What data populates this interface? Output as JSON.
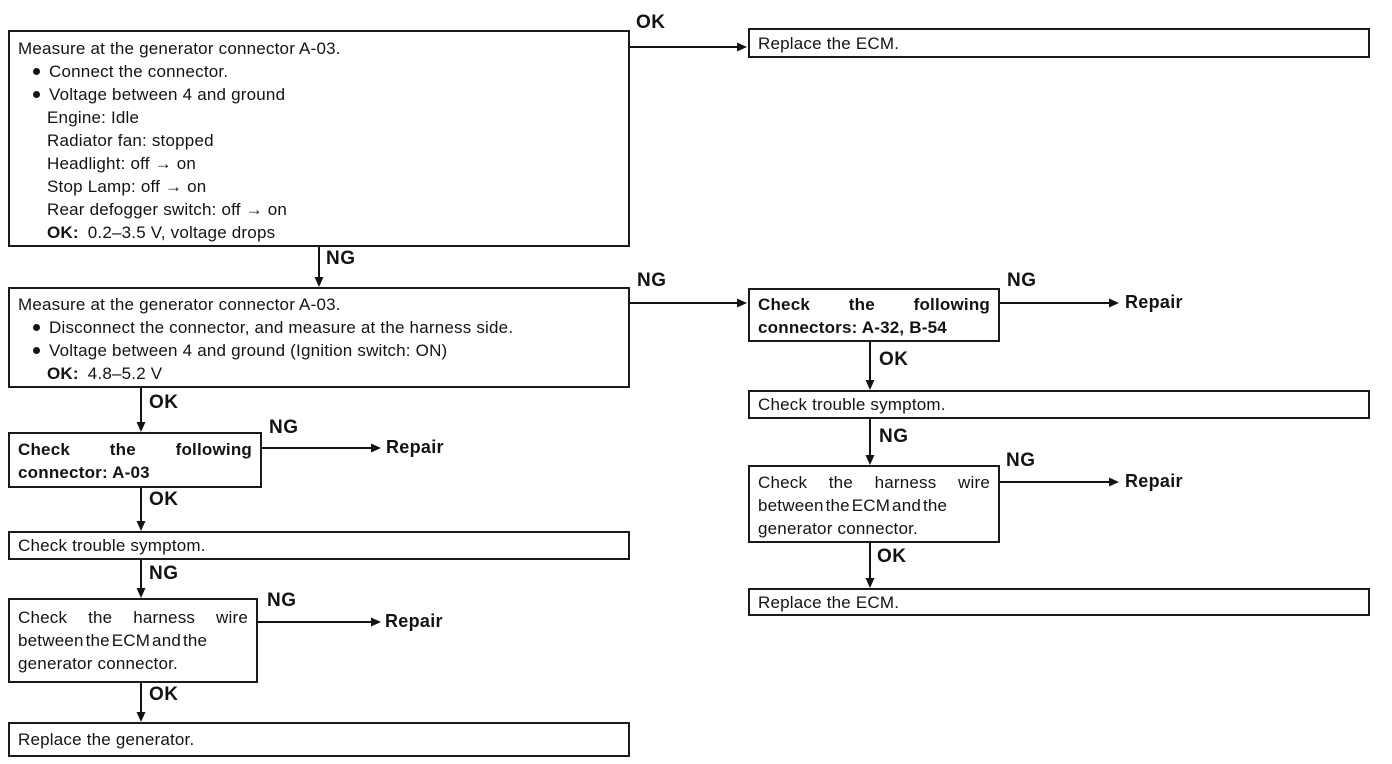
{
  "edge_labels": {
    "ok": "OK",
    "ng": "NG"
  },
  "terminals": {
    "repair": "Repair"
  },
  "boxes": {
    "measure_connected": {
      "title": "Measure at the generator connector A-03.",
      "bullet1": "Connect the connector.",
      "bullet2": "Voltage between 4 and ground",
      "conditions": [
        "Engine: Idle",
        "Radiator fan: stopped",
        "Headlight: off → on",
        "Stop Lamp: off → on",
        "Rear defogger switch: off → on"
      ],
      "ok_label": "OK:",
      "ok_value": "0.2–3.5 V, voltage drops"
    },
    "measure_harness": {
      "title": "Measure at the generator connector A-03.",
      "bullet1": "Disconnect the connector, and measure at the harness side.",
      "bullet2": "Voltage between 4 and ground (Ignition switch: ON)",
      "ok_label": "OK:",
      "ok_value": "4.8–5.2 V"
    },
    "replace_ecm_top": {
      "text": "Replace the ECM."
    },
    "check_connector_a03": {
      "line1": "Check the following",
      "line2": "connector: A-03"
    },
    "check_trouble_left": {
      "text": "Check trouble symptom."
    },
    "harness_wire_left": {
      "line1": "Check the harness wire",
      "line2": "between the ECM and the",
      "line3": "generator connector."
    },
    "replace_generator": {
      "text": "Replace the generator."
    },
    "check_connectors_a32_b54": {
      "line1": "Check the following",
      "line2": "connectors: A-32, B-54"
    },
    "check_trouble_right": {
      "text": "Check trouble symptom."
    },
    "harness_wire_right": {
      "line1": "Check the harness wire",
      "line2": "between the ECM and the",
      "line3": "generator connector."
    },
    "replace_ecm_bottom": {
      "text": "Replace the ECM."
    }
  }
}
